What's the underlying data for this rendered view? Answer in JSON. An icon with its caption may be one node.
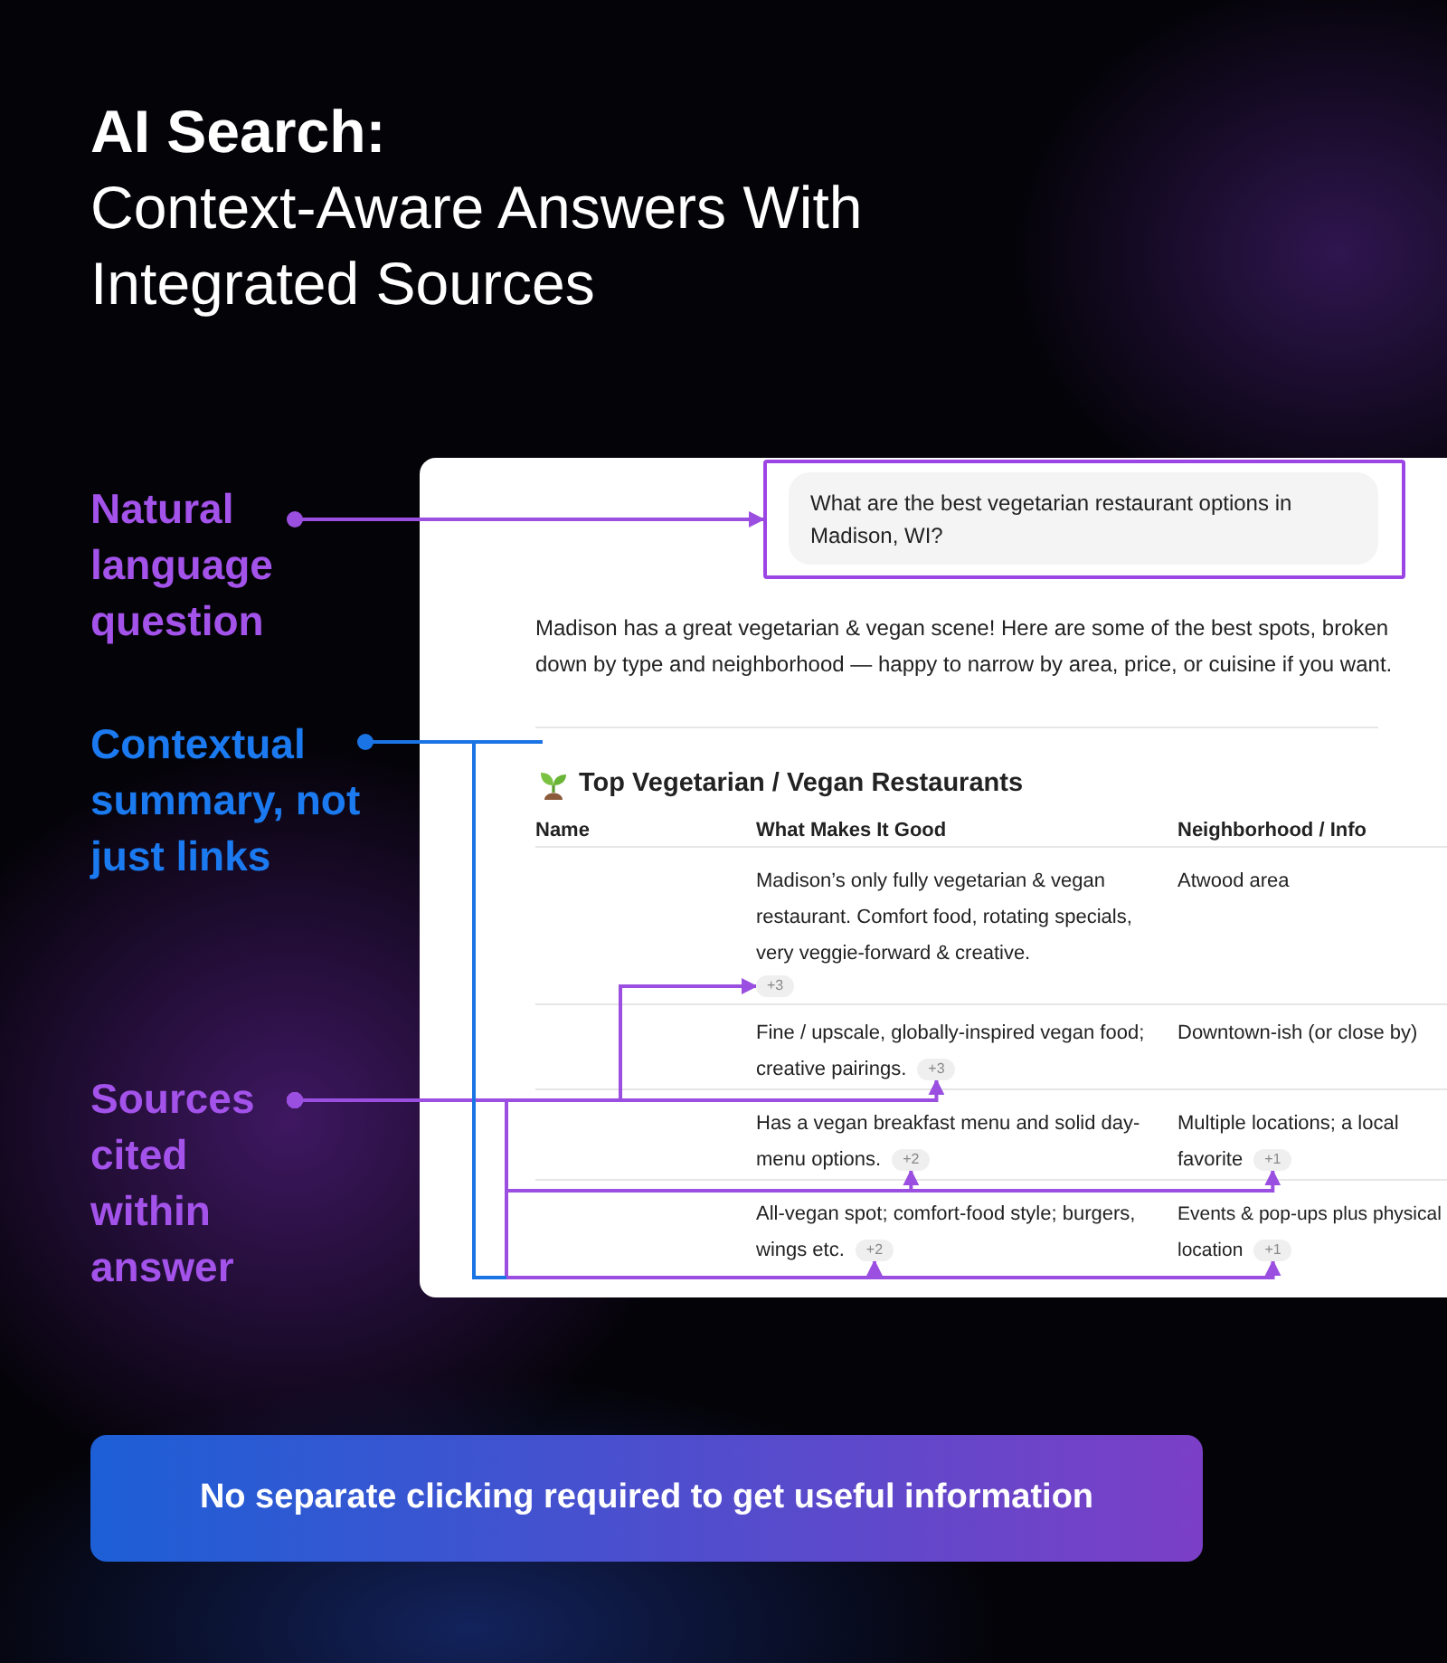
{
  "diagram": {
    "title": "**AI Search:** Context-Aware Answers With Integrated Sources",
    "nodes": [
      {
        "text": [
          "Natural language question"
        ]
      },
      {
        "text": [],
        "shape": "box"
      },
      {
        "text": [
          "What are the best vegetarian restaurant options in Madison, WI?"
        ],
        "in": 1
      },
      {
        "text": [
          "Contextual summary, not just links"
        ]
      },
      {
        "text": [
          "Sources cited within answer"
        ]
      },
      {
        "text": [
          "+3"
        ],
        "in": 1
      },
      {
        "text": [
          "+3"
        ],
        "in": 1
      },
      {
        "text": [
          "+2"
        ],
        "in": 1
      },
      {
        "text": [
          "+1"
        ],
        "in": 1
      },
      {
        "text": [
          "+2"
        ],
        "in": 1
      },
      {
        "text": [
          "+1"
        ],
        "in": 1
      },
      {
        "text": [
          "No separate clicking required to get useful information"
        ]
      }
    ],
    "edges": [
      {
        "from": 0,
        "to": 2,
        "arrow": "to"
      },
      {
        "from": 3,
        "to": 1,
        "arrow": "other",
        "color": "#1b74e4"
      },
      {
        "from": 4,
        "to": 5,
        "arrow": "to"
      },
      {
        "from": 4,
        "to": 6,
        "arrow": "to"
      },
      {
        "from": 4,
        "to": 7,
        "arrow": "to"
      },
      {
        "from": 4,
        "to": 8,
        "arrow": "to"
      },
      {
        "from": 4,
        "to": 9,
        "arrow": "to"
      },
      {
        "from": 4,
        "to": 10,
        "arrow": "to"
      }
    ],
    "labels": [
      "Madison has a great vegetarian & vegan scene! Here are some of the best spots, broken down by type and neighborhood — happy to narrow by area, price, or cuisine if you want.",
      "Top Vegetarian / Vegan Restaurants",
      "Name",
      "What Makes It Good",
      "Neighborhood / Info",
      "Madison’s only fully vegetarian & vegan restaurant. Comfort food, rotating specials, very veggie-forward & creative.",
      "Atwood area",
      "Fine / upscale, globally-inspired vegan food; creative pairings.",
      "Downtown-ish (or close by)",
      "Has a vegan breakfast menu and solid day-menu options.",
      "Multiple locations; a local favorite",
      "All-vegan spot; comfort-food style; burgers, wings etc.",
      "Events & pop-ups plus physical location"
    ]
  }
}
